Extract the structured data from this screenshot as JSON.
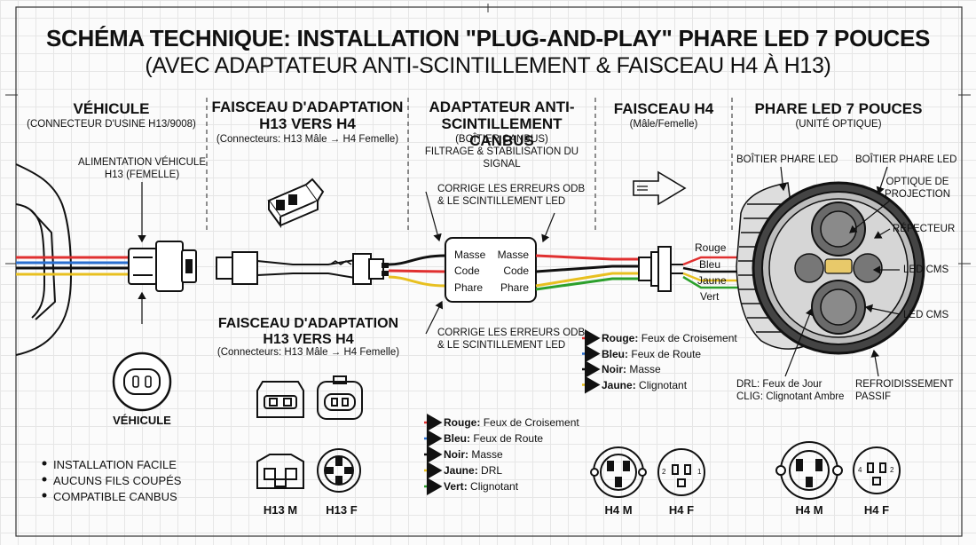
{
  "title": {
    "line1": "SCHÉMA TECHNIQUE: INSTALLATION \"PLUG-AND-PLAY\" PHARE LED 7 POUCES",
    "line2": "(AVEC ADAPTATEUR ANTI-SCINTILLEMENT & FAISCEAU H4 À H13)"
  },
  "sections": {
    "vehicle": {
      "heading": "VÉHICULE",
      "sub": "(CONNECTEUR D'USINE H13/9008)"
    },
    "harness_adapter": {
      "heading": "FAISCEAU D'ADAPTATION\nH13 VERS H4",
      "sub": "(Connecteurs: H13 Mâle → H4 Femelle)"
    },
    "canbus": {
      "heading": "ADAPTATEUR ANTI-\nSCINTILLEMENT CANBUS",
      "sub": "(BOÎTIER CANBUS)\nFILTRAGE & STABILISATION DU SIGNAL"
    },
    "h4_harness": {
      "heading": "FAISCEAU H4",
      "sub": "(Mâle/Femelle)"
    },
    "headlight": {
      "heading": "PHARE LED 7 POUCES",
      "sub": "(UNITÉ OPTIQUE)"
    }
  },
  "labels": {
    "vehicle_power": "ALIMENTATION VÉHICULE\nH13 (FEMELLE)",
    "vehicle_plug": "VÉHICULE",
    "harness_mid_heading": "FAISCEAU D'ADAPTATION\nH13 VERS H4",
    "harness_mid_sub": "(Connecteurs: H13 Mâle → H4 Femelle)",
    "canbus_top_note": "CORRIGE LES ERREURS ODB\n& LE SCINTILLEMENT LED",
    "canbus_bottom_note": "CORRIGE LES ERREURS ODB\n& LE SCINTILLEMENT LED",
    "housing_left": "BOÎTIER PHARE LED",
    "housing_right": "BOÎTIER PHARE LED",
    "projection_optic": "OPTIQUE DE\nPROJECTION",
    "reflector": "RÉFECTEUR",
    "led_cms_1": "LED CMS",
    "led_cms_2": "LED CMS",
    "drl_clig": "DRL: Feux de Jour\nCLIG: Clignotant Ambre",
    "cooling": "REFROIDISSEMENT\nPASSIF"
  },
  "canbus_box": {
    "left": [
      "Masse",
      "Code",
      "Phare"
    ],
    "right": [
      "Masse",
      "Code",
      "Phare"
    ]
  },
  "wire_labels": [
    "Rouge",
    "Bleu",
    "Jaune",
    "Vert"
  ],
  "legend_upper": [
    {
      "color": "#e03030",
      "name": "Rouge",
      "desc": "Feux de Croisement"
    },
    {
      "color": "#2a6fd0",
      "name": "Bleu",
      "desc": "Feux de Route"
    },
    {
      "color": "#111111",
      "name": "Noir",
      "desc": "Masse"
    },
    {
      "color": "#e8c020",
      "name": "Jaune",
      "desc": "Clignotant"
    }
  ],
  "legend_lower": [
    {
      "color": "#e03030",
      "name": "Rouge",
      "desc": "Feux de Croisement"
    },
    {
      "color": "#2a6fd0",
      "name": "Bleu",
      "desc": "Feux de Route"
    },
    {
      "color": "#111111",
      "name": "Noir",
      "desc": "Masse"
    },
    {
      "color": "#e8c020",
      "name": "Jaune",
      "desc": "DRL"
    },
    {
      "color": "#2ca02c",
      "name": "Vert",
      "desc": "Clignotant"
    }
  ],
  "bullets": [
    "INSTALLATION FACILE",
    "AUCUNS FILS COUPÉS",
    "COMPATIBLE CANBUS"
  ],
  "connectors": {
    "h13m": "H13 M",
    "h13f": "H13 F",
    "h4m_a": "H4 M",
    "h4f_a": "H4 F",
    "h4m_b": "H4 M",
    "h4f_b": "H4 F"
  },
  "pin_labels": {
    "h4f_a": [
      "2",
      "1"
    ],
    "h4f_b": [
      "4",
      "2"
    ]
  },
  "colors": {
    "red": "#e03030",
    "blue": "#2a6fd0",
    "black": "#111111",
    "yellow": "#e8c020",
    "green": "#2ca02c"
  }
}
